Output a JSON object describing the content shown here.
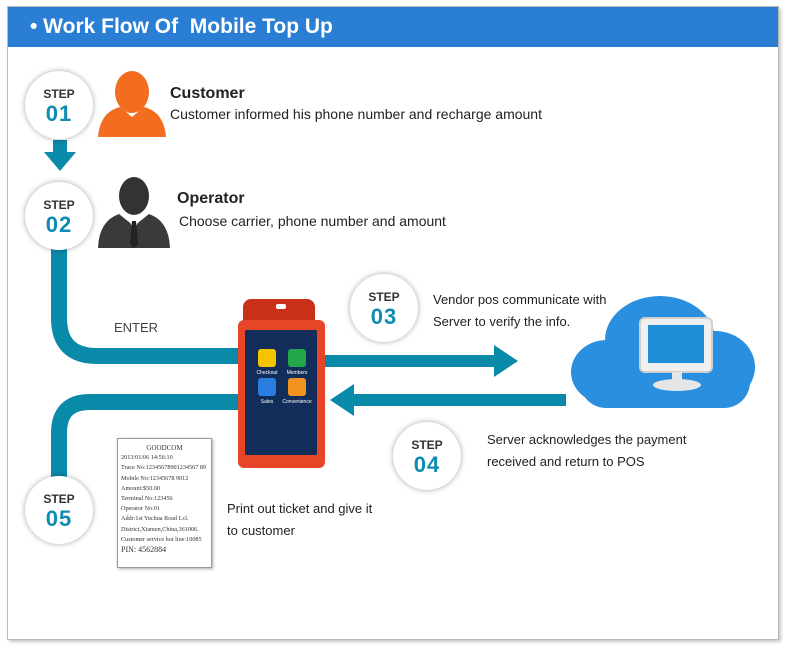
{
  "header": {
    "title": "• Work Flow Of  Mobile Top Up"
  },
  "colors": {
    "header_bg": "#2a7fd4",
    "pipe": "#0a8aa9",
    "step_number": "#0e8bb3",
    "cloud": "#2b8fdf",
    "pos_body": "#e64528"
  },
  "step_word": "STEP",
  "steps": [
    {
      "number": "01",
      "title": "Customer",
      "description": "Customer informed his phone number and recharge amount",
      "icon": "customer-person-icon"
    },
    {
      "number": "02",
      "title": "Operator",
      "description": "Choose carrier, phone number and amount",
      "icon": "operator-businessman-icon"
    },
    {
      "number": "03",
      "description": "Vendor pos communicate with Server to verify the info.",
      "icon": "cloud-server-icon"
    },
    {
      "number": "04",
      "description": "Server acknowledges the payment received and return to POS",
      "icon": "pos-terminal-icon"
    },
    {
      "number": "05",
      "description": "Print out ticket and give it to customer",
      "icon": "receipt-icon"
    }
  ],
  "enter_label": "ENTER",
  "pos_screen": {
    "apps": [
      "Checkout",
      "Members",
      "Sales",
      "Convenience"
    ]
  },
  "receipt": {
    "header": "GOODCOM",
    "lines": [
      "2013/01/06 14:56:10",
      "Trace No:12345678901234567 89",
      "Mobile No:12345678 9012",
      "Amount:$50.00",
      "Terminal No:123456",
      "Operator No:01",
      "Addr:1st Yuchua Road Lcl.",
      "District,Xiamen,China,361006.",
      "Customer service hot line:10085"
    ],
    "pin": "PIN: 4562884"
  }
}
